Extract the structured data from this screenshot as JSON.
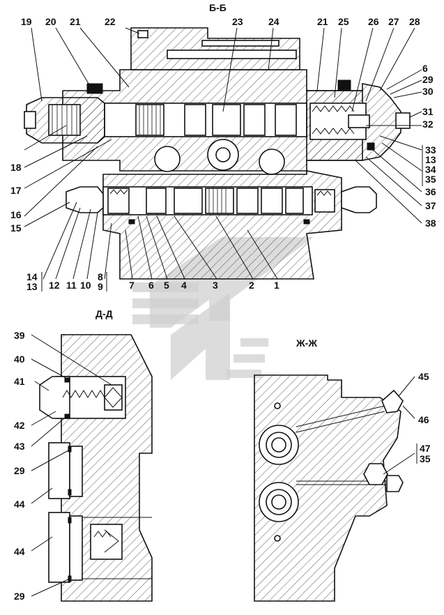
{
  "sections": {
    "bb": "Б-Б",
    "dd": "Д-Д",
    "zhzh": "Ж-Ж"
  },
  "callouts_bb": [
    "1",
    "2",
    "3",
    "4",
    "5",
    "6",
    "7",
    "8",
    "9",
    "10",
    "11",
    "12",
    "13",
    "14",
    "15",
    "16",
    "17",
    "18",
    "19",
    "20",
    "21",
    "21",
    "22",
    "23",
    "24",
    "25",
    "26",
    "27",
    "28",
    "6",
    "29",
    "30",
    "31",
    "32",
    "33",
    "13",
    "34",
    "35",
    "36",
    "37",
    "38"
  ],
  "callouts_dd": [
    "39",
    "40",
    "41",
    "42",
    "43",
    "29",
    "44",
    "44",
    "29"
  ],
  "callouts_zhzh": [
    "45",
    "46",
    "47",
    "35"
  ],
  "colors": {
    "line": "#111111",
    "hatch": "#111111",
    "watermark": "#c8c8c8",
    "background": "#ffffff"
  }
}
